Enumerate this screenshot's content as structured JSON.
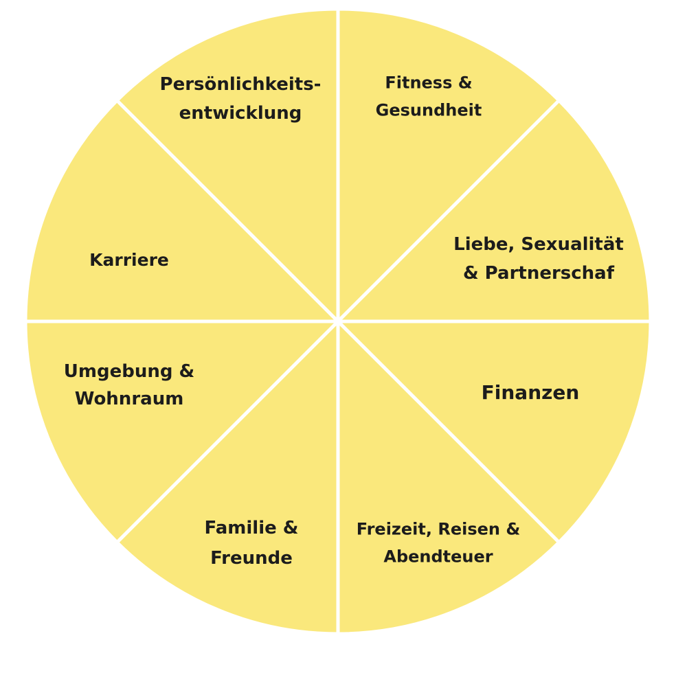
{
  "wheel": {
    "fill_color": "#fae87c",
    "divider_color": "#ffffff",
    "text_color": "#1c1c1c",
    "segments": [
      {
        "id": "fitness",
        "lines": [
          "Fitness &",
          "Gesundheit"
        ]
      },
      {
        "id": "liebe",
        "lines": [
          "Liebe, Sexualität",
          "& Partnerschaf"
        ]
      },
      {
        "id": "finanzen",
        "lines": [
          "Finanzen"
        ]
      },
      {
        "id": "freizeit",
        "lines": [
          "Freizeit, Reisen &",
          "Abendteuer"
        ]
      },
      {
        "id": "familie",
        "lines": [
          "Familie &",
          "Freunde"
        ]
      },
      {
        "id": "umgebung",
        "lines": [
          "Umgebung &",
          "Wohnraum"
        ]
      },
      {
        "id": "karriere",
        "lines": [
          "Karriere"
        ]
      },
      {
        "id": "persoenlichkeit",
        "lines": [
          "Persönlichkeits-",
          "entwicklung"
        ]
      }
    ]
  }
}
